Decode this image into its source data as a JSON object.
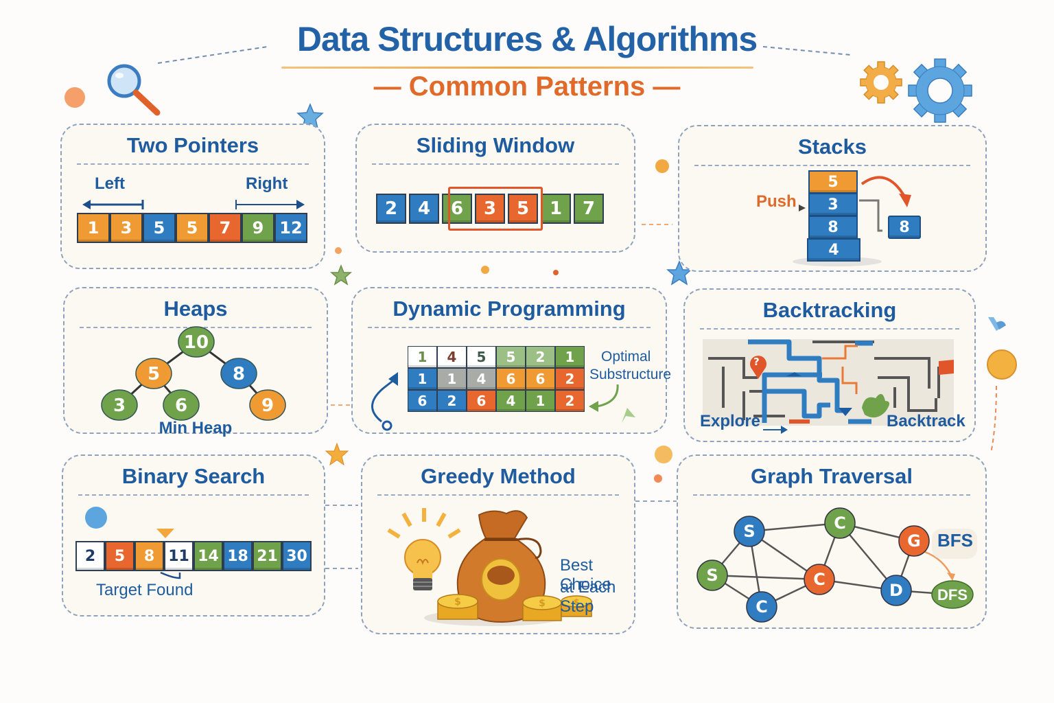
{
  "header": {
    "title": "Data Structures & Algorithms",
    "subtitle": "— Common Patterns —"
  },
  "colors": {
    "blue": "#2f7cc1",
    "orange": "#ef9a33",
    "red_orange": "#e8672e",
    "green": "#6fa24a",
    "title_blue": "#1e5b9f",
    "accent_orange": "#e06a2a"
  },
  "cards": {
    "two_pointers": {
      "title": "Two Pointers",
      "left_label": "Left",
      "right_label": "Right",
      "cells": [
        {
          "v": "1",
          "c": "orange"
        },
        {
          "v": "3",
          "c": "orange"
        },
        {
          "v": "5",
          "c": "blue"
        },
        {
          "v": "5",
          "c": "orange"
        },
        {
          "v": "7",
          "c": "red_orange"
        },
        {
          "v": "9",
          "c": "green"
        },
        {
          "v": "12",
          "c": "blue"
        }
      ]
    },
    "sliding_window": {
      "title": "Sliding Window",
      "cells": [
        {
          "v": "2",
          "c": "blue"
        },
        {
          "v": "4",
          "c": "blue"
        },
        {
          "v": "6",
          "c": "green"
        },
        {
          "v": "3",
          "c": "red_orange"
        },
        {
          "v": "5",
          "c": "red_orange"
        },
        {
          "v": "1",
          "c": "green"
        },
        {
          "v": "7",
          "c": "green"
        }
      ],
      "window": [
        2,
        4
      ]
    },
    "stacks": {
      "title": "Stacks",
      "push_label": "Push",
      "stack": [
        {
          "v": "5",
          "c": "orange"
        },
        {
          "v": "3",
          "c": "blue"
        },
        {
          "v": "8",
          "c": "blue"
        },
        {
          "v": "4",
          "c": "blue"
        }
      ],
      "popped": "8"
    },
    "heaps": {
      "title": "Heaps",
      "caption": "Min Heap",
      "nodes": [
        {
          "v": "10",
          "c": "green"
        },
        {
          "v": "5",
          "c": "orange"
        },
        {
          "v": "8",
          "c": "blue"
        },
        {
          "v": "3",
          "c": "green"
        },
        {
          "v": "6",
          "c": "green"
        },
        {
          "v": "9",
          "c": "orange"
        }
      ]
    },
    "dynamic_programming": {
      "title": "Dynamic Programming",
      "annotation_line1": "Optimal",
      "annotation_line2": "Substructure",
      "grid": [
        [
          {
            "v": "1",
            "c": "white_green"
          },
          {
            "v": "4",
            "c": "white_brown"
          },
          {
            "v": "5",
            "c": "white_dark"
          },
          {
            "v": "5",
            "c": "pale_green"
          },
          {
            "v": "2",
            "c": "pale_green"
          },
          {
            "v": "1",
            "c": "green"
          }
        ],
        [
          {
            "v": "1",
            "c": "blue"
          },
          {
            "v": "1",
            "c": "gray"
          },
          {
            "v": "4",
            "c": "gray"
          },
          {
            "v": "6",
            "c": "orange"
          },
          {
            "v": "6",
            "c": "orange"
          },
          {
            "v": "2",
            "c": "red_orange"
          }
        ],
        [
          {
            "v": "6",
            "c": "blue"
          },
          {
            "v": "2",
            "c": "blue"
          },
          {
            "v": "6",
            "c": "red_orange"
          },
          {
            "v": "4",
            "c": "green"
          },
          {
            "v": "1",
            "c": "green"
          },
          {
            "v": "2",
            "c": "red_orange"
          }
        ]
      ]
    },
    "backtracking": {
      "title": "Backtracking",
      "explore_label": "Explore",
      "backtrack_label": "Backtrack",
      "marker": "?"
    },
    "binary_search": {
      "title": "Binary Search",
      "caption": "Target Found",
      "cells": [
        {
          "v": "2",
          "c": "white"
        },
        {
          "v": "5",
          "c": "red_orange"
        },
        {
          "v": "8",
          "c": "orange"
        },
        {
          "v": "11",
          "c": "white"
        },
        {
          "v": "14",
          "c": "green"
        },
        {
          "v": "18",
          "c": "blue"
        },
        {
          "v": "21",
          "c": "green"
        },
        {
          "v": "30",
          "c": "blue"
        }
      ],
      "target_index": 3
    },
    "greedy": {
      "title": "Greedy Method",
      "caption_line1": "Best Choice",
      "caption_line2": "at Each Step",
      "coin_symbol": "$"
    },
    "graph": {
      "title": "Graph Traversal",
      "bfs_label": "BFS",
      "dfs_label": "DFS",
      "nodes": [
        {
          "id": "s1",
          "v": "S",
          "c": "blue"
        },
        {
          "id": "c1",
          "v": "C",
          "c": "green"
        },
        {
          "id": "g",
          "v": "G",
          "c": "red_orange"
        },
        {
          "id": "s2",
          "v": "S",
          "c": "green"
        },
        {
          "id": "c2",
          "v": "C",
          "c": "red_orange"
        },
        {
          "id": "c3",
          "v": "C",
          "c": "blue"
        },
        {
          "id": "d",
          "v": "D",
          "c": "blue"
        }
      ],
      "edges": [
        [
          "s1",
          "c1"
        ],
        [
          "c1",
          "g"
        ],
        [
          "s1",
          "s2"
        ],
        [
          "s1",
          "c3"
        ],
        [
          "s1",
          "c2"
        ],
        [
          "s2",
          "c2"
        ],
        [
          "s2",
          "c3"
        ],
        [
          "c3",
          "c2"
        ],
        [
          "c2",
          "c1"
        ],
        [
          "c1",
          "d"
        ],
        [
          "c2",
          "d"
        ],
        [
          "g",
          "d"
        ],
        [
          "d",
          "dfs"
        ]
      ]
    }
  }
}
